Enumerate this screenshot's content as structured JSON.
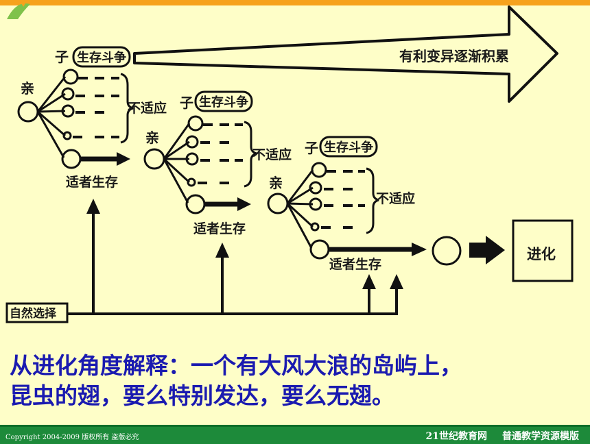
{
  "diagram": {
    "label_zi": "子",
    "label_qin": "亲",
    "label_struggle": "生存斗争",
    "label_unfit": "不适应",
    "label_survival": "适者生存",
    "label_accumulation": "有利变异逐渐积累",
    "label_evolution": "进化",
    "label_natural_selection": "自然选择"
  },
  "caption": {
    "line1": "从进化角度解释：一个有大风大浪的岛屿上，",
    "line2": "昆虫的翅，要么特别发达，要么无翅。"
  },
  "footer": {
    "copyright": "Copyright 2004-2009 版权所有 盗版必究",
    "site": "21世纪教育网",
    "tagline": "普通教学资源模版"
  },
  "colors": {
    "background": "#fefec8",
    "caption_text": "#1a1ab0",
    "footer_bar": "#1d8a3a",
    "top_bar": "#f6a21d"
  }
}
